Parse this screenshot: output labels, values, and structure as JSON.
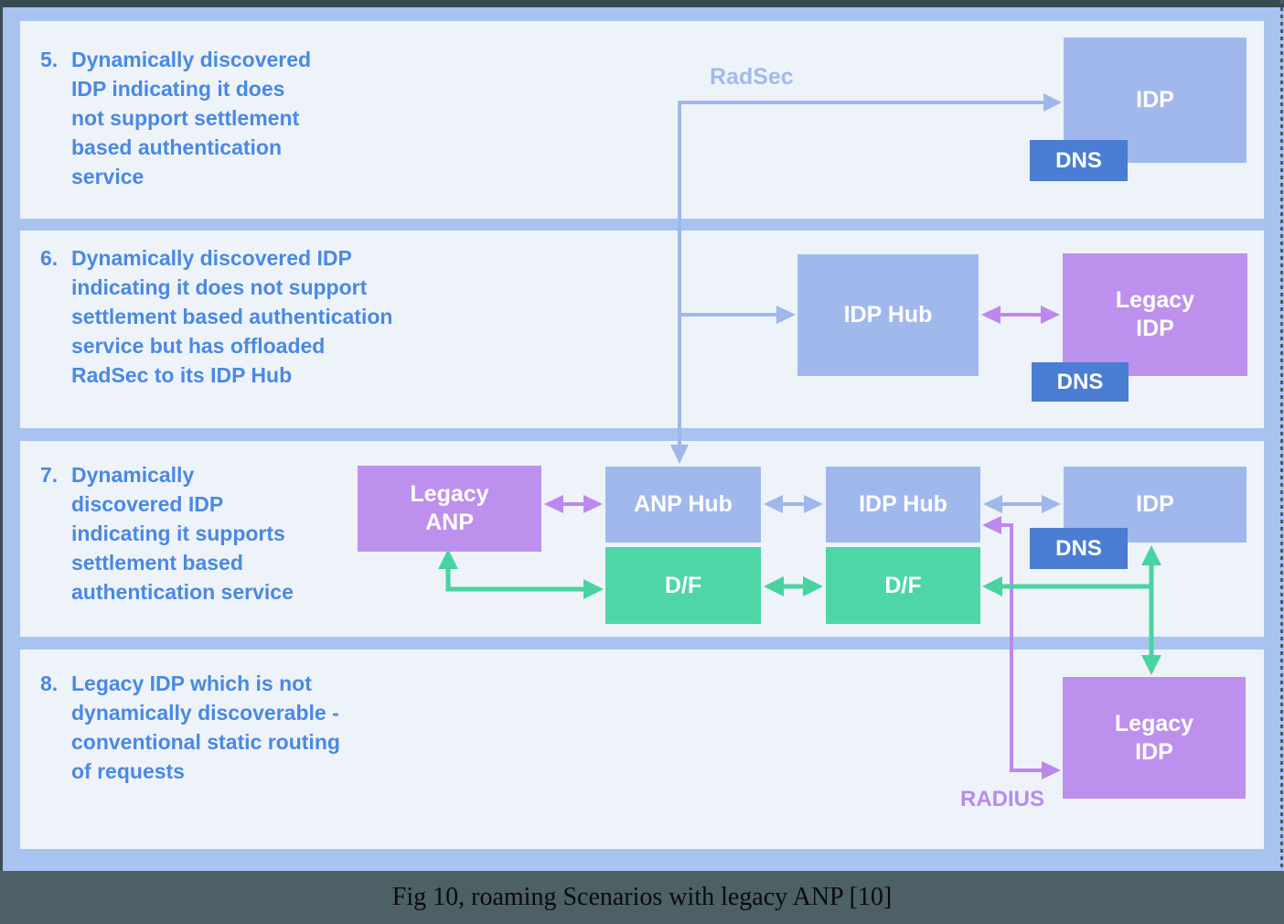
{
  "figure": {
    "caption": "Fig 10, roaming Scenarios with legacy ANP [10]"
  },
  "colors": {
    "outer_background": "#a8c3f0",
    "panel_background": "#eef3fa",
    "scenario_text": "#4a89e2",
    "node_blue": "#a1b8ec",
    "node_purple": "#bd90ee",
    "node_green": "#4fd6a6",
    "dns_blue": "#4a7dd3",
    "arrow_blue": "#9fb7e9",
    "arrow_purple": "#bd88ec",
    "arrow_green": "#49d3a2",
    "dark_band": "#4c6066"
  },
  "scenarios": [
    {
      "number": "5.",
      "text": "Dynamically discovered\nIDP indicating it does\nnot support settlement\nbased authentication\nservice"
    },
    {
      "number": "6.",
      "text": "Dynamically discovered IDP\nindicating it does not support\nsettlement based authentication\nservice but has offloaded\nRadSec to its IDP Hub"
    },
    {
      "number": "7.",
      "text": "Dynamically\ndiscovered IDP\nindicating it supports\nsettlement based\nauthentication service"
    },
    {
      "number": "8.",
      "text": "Legacy IDP which is not\ndynamically discoverable -\nconventional static routing\nof requests"
    }
  ],
  "panel1": {
    "radsec_label": "RadSec",
    "idp": "IDP",
    "dns": "DNS"
  },
  "panel2": {
    "idp_hub": "IDP Hub",
    "legacy_idp": "Legacy\nIDP",
    "dns": "DNS"
  },
  "panel3": {
    "legacy_anp": "Legacy\nANP",
    "anp_hub": "ANP Hub",
    "idp_hub": "IDP Hub",
    "idp": "IDP",
    "df_left": "D/F",
    "df_right": "D/F",
    "dns": "DNS"
  },
  "panel4": {
    "legacy_idp": "Legacy\nIDP",
    "radius_label": "RADIUS"
  }
}
